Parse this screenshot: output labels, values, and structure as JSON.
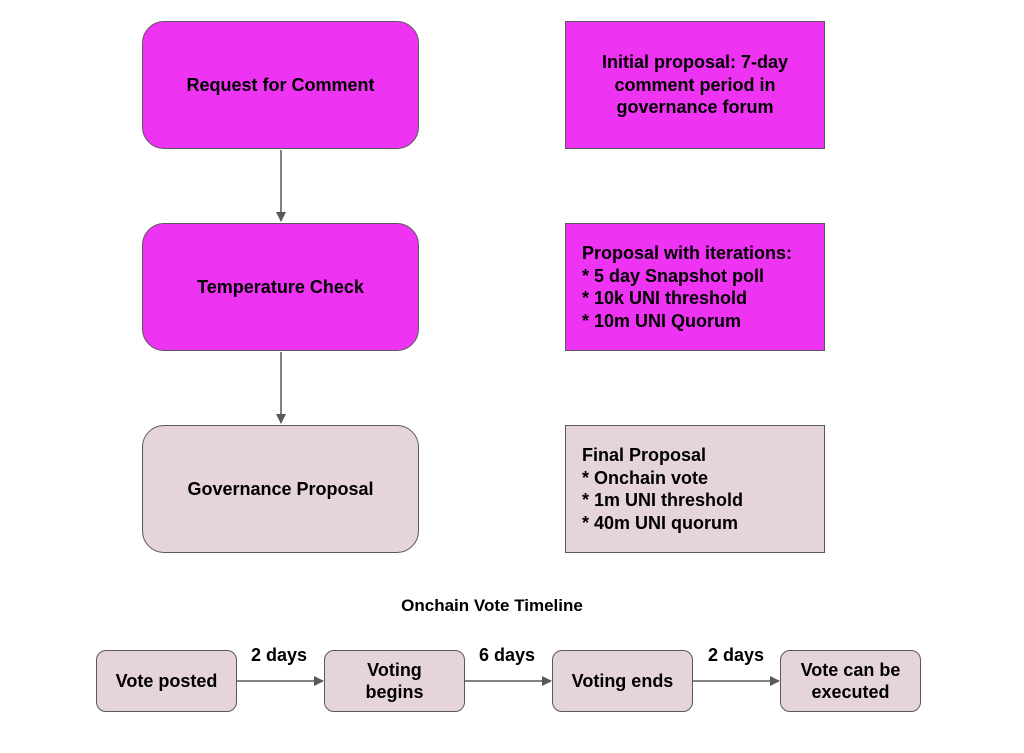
{
  "stages": [
    {
      "label": "Request for Comment"
    },
    {
      "label": "Temperature Check"
    },
    {
      "label": "Governance Proposal"
    }
  ],
  "notes": [
    {
      "lines": [
        "Initial proposal: 7-day",
        "comment period in",
        "governance forum"
      ]
    },
    {
      "lines": [
        "Proposal with iterations:",
        "* 5 day Snapshot poll",
        "* 10k UNI threshold",
        "* 10m UNI Quorum"
      ]
    },
    {
      "lines": [
        "Final Proposal",
        "* Onchain vote",
        "* 1m UNI threshold",
        "* 40m UNI quorum"
      ]
    }
  ],
  "timeline": {
    "title": "Onchain Vote Timeline",
    "steps": [
      {
        "lines": [
          "Vote posted"
        ]
      },
      {
        "lines": [
          "Voting",
          "begins"
        ]
      },
      {
        "lines": [
          "Voting ends"
        ]
      },
      {
        "lines": [
          "Vote can be",
          "executed"
        ]
      }
    ],
    "intervals": [
      "2 days",
      "6 days",
      "2 days"
    ]
  },
  "colors": {
    "active_stage": "#ee33f2",
    "final_stage": "#e6d4dc",
    "border": "#595959"
  }
}
